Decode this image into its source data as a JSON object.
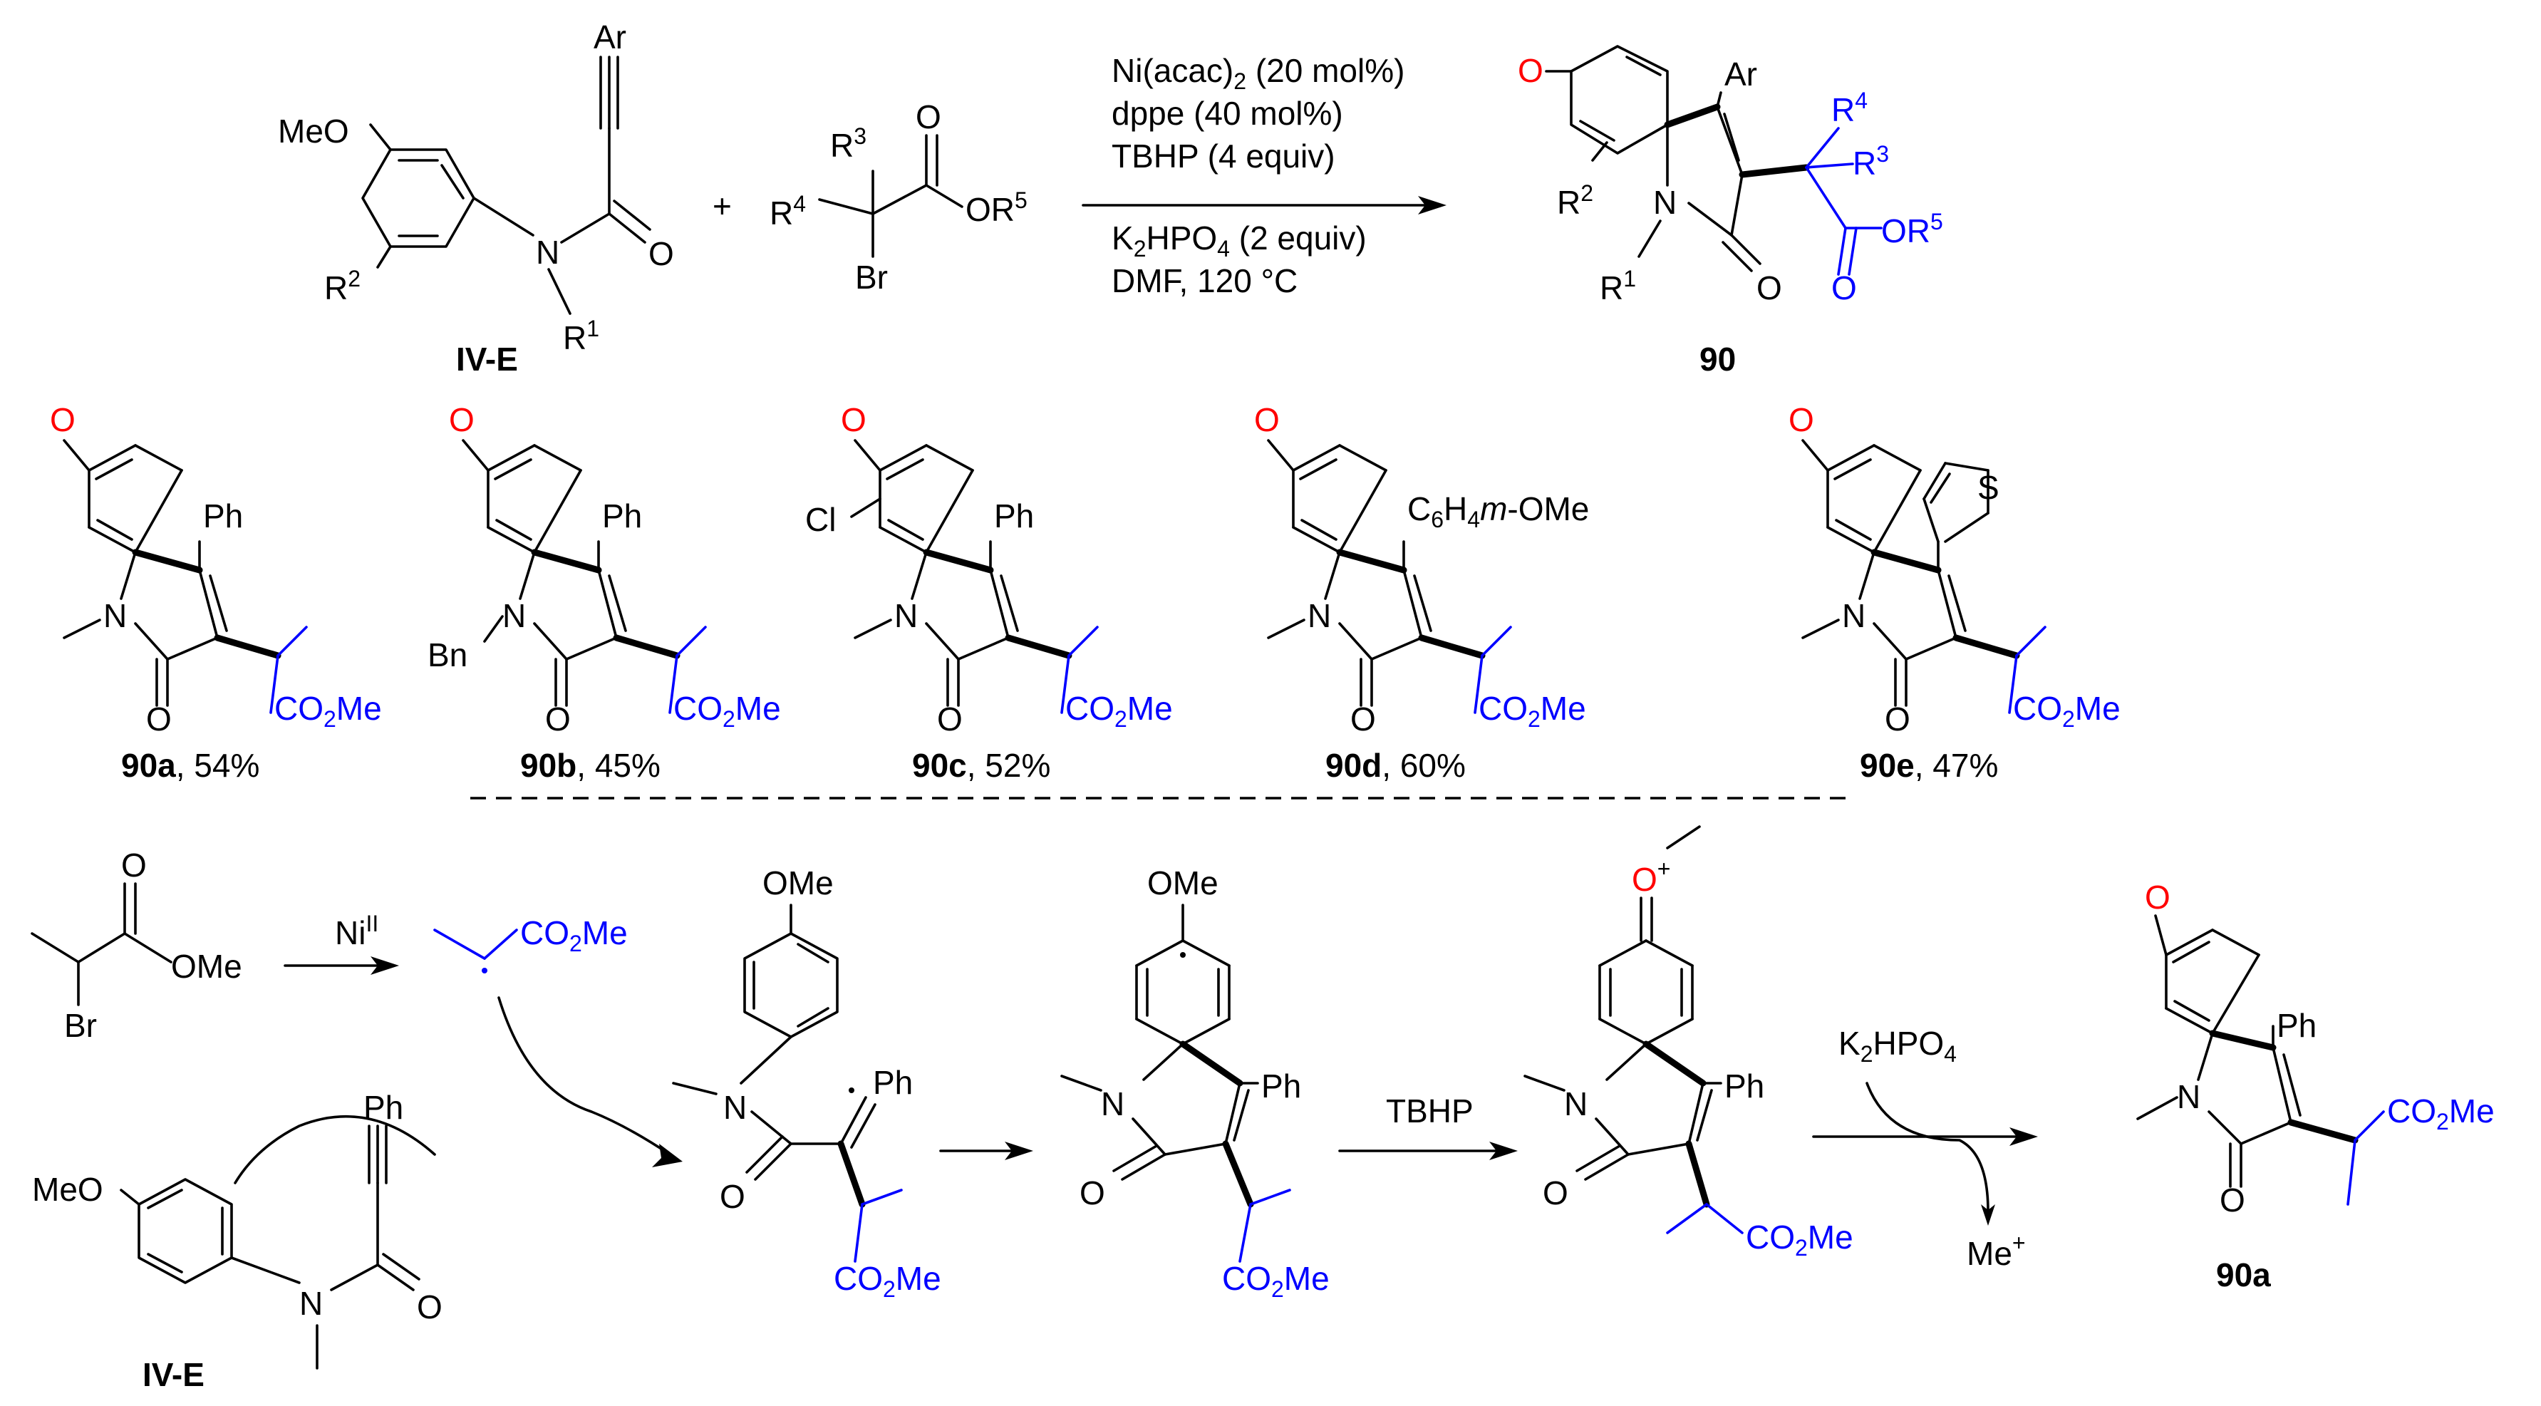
{
  "colors": {
    "black": "#000000",
    "blue": "#0000ff",
    "red": "#ff0000"
  },
  "atoms": {
    "O": "O",
    "N": "N",
    "Ar": "Ar",
    "Ph": "Ph",
    "Br": "Br",
    "Cl": "Cl",
    "S": "S",
    "MeO": "MeO",
    "OMe": "OMe",
    "Bn": "Bn",
    "Me": "Me",
    "CO2Me_main": "CO",
    "CO2Me_sub": "2",
    "CO2Me_tail": "Me",
    "OR": "OR",
    "R": "R"
  },
  "top_reaction": {
    "reactant1_label": "IV-E",
    "product_label": "90",
    "conditions": {
      "line1_main": "Ni(acac)",
      "line1_sub": "2",
      "line1_tail": " (20 mol%)",
      "line2": "dppe (40 mol%)",
      "line3": "TBHP (4 equiv)",
      "line4_main": "K",
      "line4_sub": "2",
      "line4_mid": "HPO",
      "line4_sub2": "4",
      "line4_tail": " (2 equiv)",
      "line5": "DMF,  120 °C"
    },
    "plus": "+",
    "superscripts": {
      "r1": "1",
      "r2": "2",
      "r3": "3",
      "r4": "4",
      "r5": "5"
    }
  },
  "examples": [
    {
      "id": "90a",
      "yield": ", 54%",
      "aryl": "Ph"
    },
    {
      "id": "90b",
      "yield": ", 45%",
      "aryl": "Ph"
    },
    {
      "id": "90c",
      "yield": ",  52%",
      "aryl": "Ph"
    },
    {
      "id": "90d",
      "yield": ", 60%",
      "aryl": "C6H4m-OMe"
    },
    {
      "id": "90e",
      "yield": ", 47%",
      "aryl": "thiophene"
    }
  ],
  "aryl_90d": {
    "c": "C",
    "six": "6",
    "h": "H",
    "four": "4",
    "m": "m",
    "tail": "-OMe"
  },
  "mechanism": {
    "catalyst": "Ni",
    "catalyst_ox": "II",
    "tbhp": "TBHP",
    "base_main": "K",
    "base_sub": "2",
    "base_mid": "HPO",
    "base_sub2": "4",
    "me_plus": "Me",
    "plus": "+",
    "reactant_label": "IV-E",
    "final_label": "90a"
  }
}
